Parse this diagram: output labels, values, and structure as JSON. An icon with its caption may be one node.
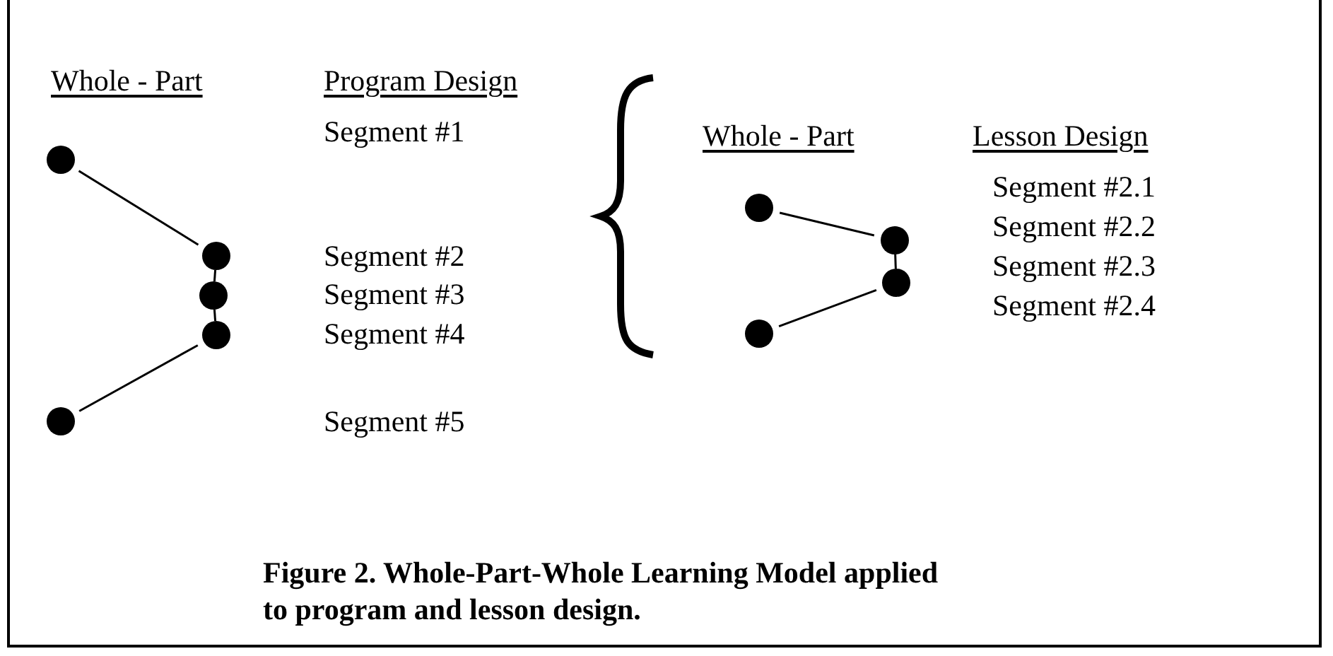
{
  "diagram": {
    "caption": "Figure 2. Whole-Part-Whole Learning Model applied to program and lesson design.",
    "nodes": [
      {
        "text": [],
        "shape": "circle"
      },
      {
        "text": [],
        "shape": "circle"
      },
      {
        "text": [],
        "shape": "circle"
      },
      {
        "text": [],
        "shape": "circle"
      },
      {
        "text": [],
        "shape": "circle"
      },
      {
        "text": [],
        "shape": "circle"
      },
      {
        "text": [],
        "shape": "circle"
      },
      {
        "text": [],
        "shape": "circle"
      },
      {
        "text": [],
        "shape": "circle"
      }
    ],
    "edges": [
      {
        "from": 0,
        "to": 1,
        "arrow": "none"
      },
      {
        "from": 1,
        "to": 2,
        "arrow": "none"
      },
      {
        "from": 2,
        "to": 3,
        "arrow": "none"
      },
      {
        "from": 3,
        "to": 4,
        "arrow": "none"
      },
      {
        "from": 5,
        "to": 6,
        "arrow": "none"
      },
      {
        "from": 6,
        "to": 7,
        "arrow": "none"
      },
      {
        "from": 7,
        "to": 8,
        "arrow": "none"
      }
    ],
    "labels": [
      "Whole - Part",
      "Program Design",
      "Segment #1",
      "Segment #2",
      "Segment #3",
      "Segment #4",
      "Segment #5",
      "Whole - Part",
      "Lesson Design",
      "Segment #2.1",
      "Segment #2.2",
      "Segment #2.3",
      "Segment #2.4"
    ]
  }
}
